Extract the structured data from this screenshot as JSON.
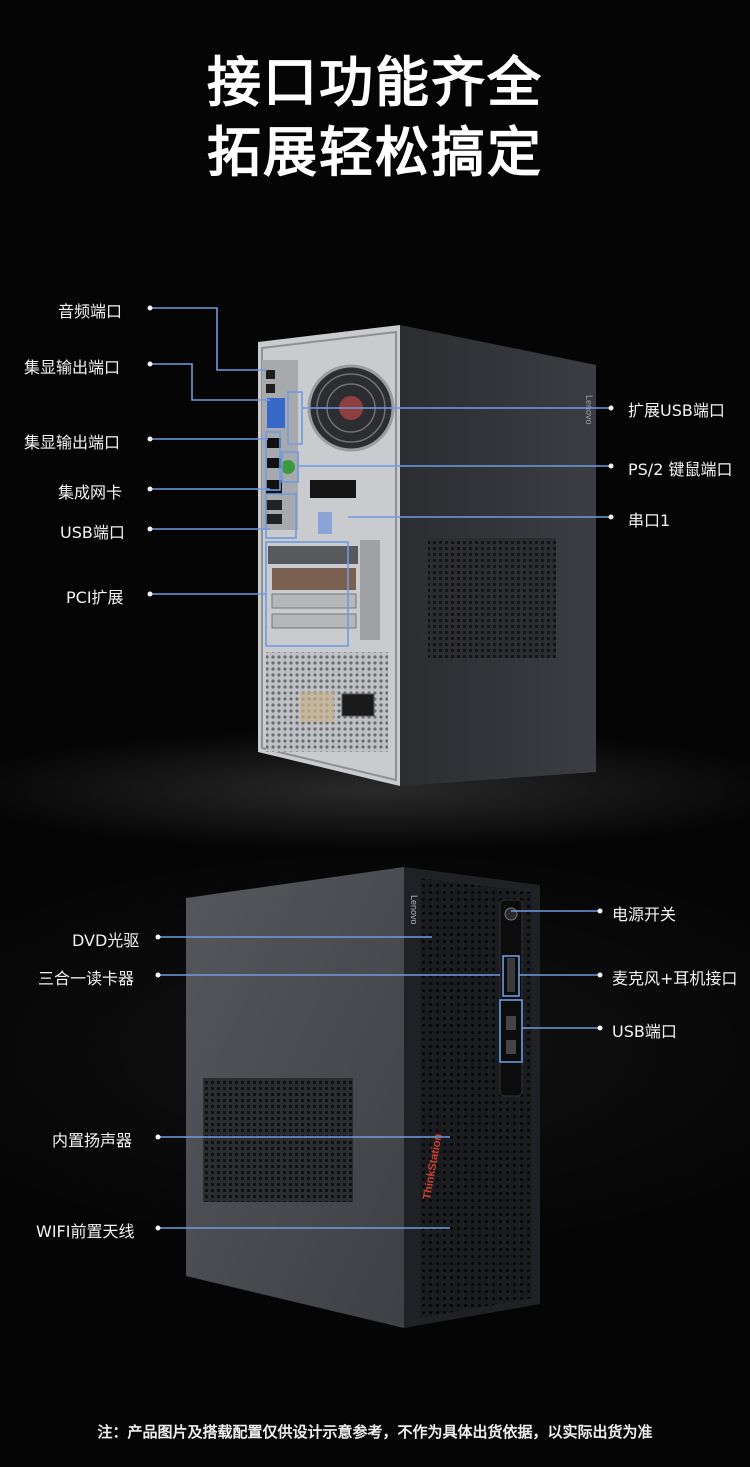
{
  "headline": {
    "line1": "接口功能齐全",
    "line2": "拓展轻松搞定"
  },
  "rear_labels": {
    "audio": "音频端口",
    "display_out_1": "集显输出端口",
    "display_out_2": "集显输出端口",
    "network": "集成网卡",
    "usb": "USB端口",
    "pci": "PCI扩展",
    "usb_expansion": "扩展USB端口",
    "ps2": "PS/2 键鼠端口",
    "serial": "串口1"
  },
  "front_labels": {
    "dvd": "DVD光驱",
    "card_reader": "三合一读卡器",
    "speaker": "内置扬声器",
    "wifi": "WIFI前置天线",
    "power": "电源开关",
    "mic_headphone": "麦克风+耳机接口",
    "usb": "USB端口"
  },
  "branding": {
    "side_logo": "Lenovo",
    "front_logo": "Lenovo",
    "series": "ThinkStation"
  },
  "footer": {
    "note": "注：产品图片及搭载配置仅供设计示意参考，不作为具体出货依据，以实际出货为准"
  },
  "colors": {
    "accent_line": "#6f9be0",
    "background": "#050505",
    "chassis": "#3b3d42"
  }
}
